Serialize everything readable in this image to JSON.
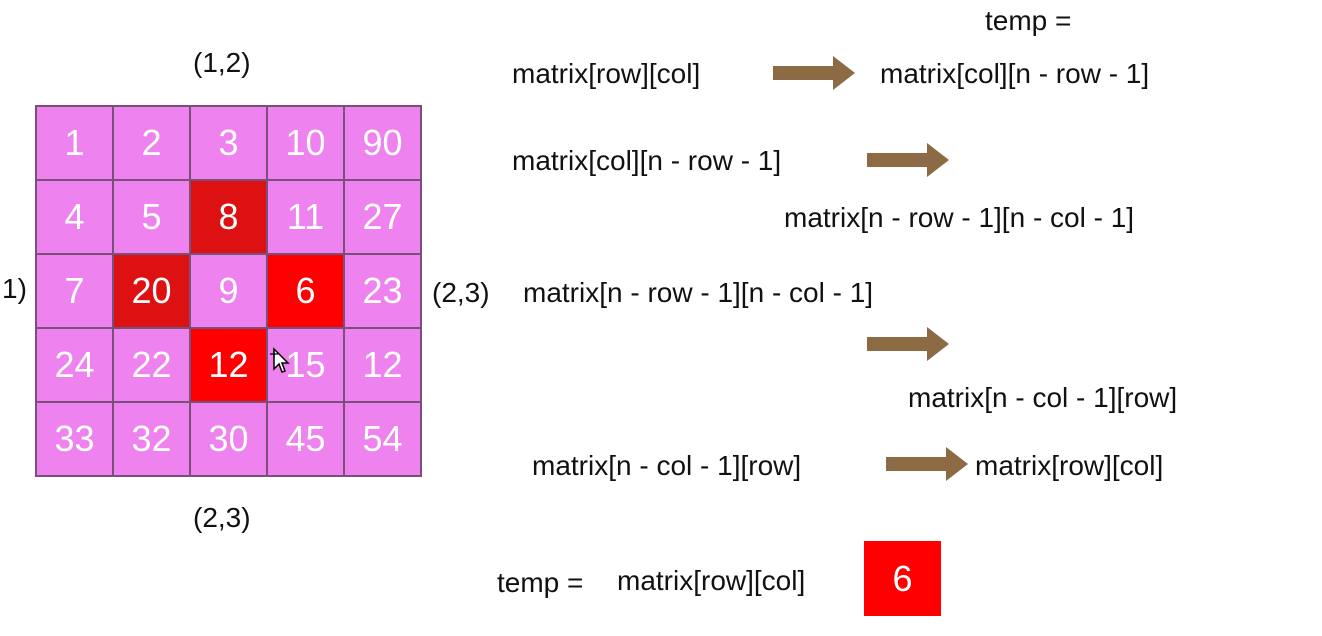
{
  "labels": {
    "top_coord": "(1,2)",
    "bottom_coord": "(2,3)",
    "left_coord": "1)",
    "right_coord": "(2,3)"
  },
  "grid": {
    "rows": [
      [
        "1",
        "2",
        "3",
        "10",
        "90"
      ],
      [
        "4",
        "5",
        "8",
        "11",
        "27"
      ],
      [
        "7",
        "20",
        "9",
        "6",
        "23"
      ],
      [
        "24",
        "22",
        "12",
        "15",
        "12"
      ],
      [
        "33",
        "32",
        "30",
        "45",
        "54"
      ]
    ],
    "highlights": {
      "1-2": "dark",
      "2-1": "dark",
      "2-3": "red",
      "3-2": "red"
    },
    "colors": {
      "cell": "#ee82ee",
      "highlight_dark": "#dd1111",
      "highlight_red": "#ff0000",
      "border": "#7a4f7a",
      "arrow": "#8b6a44"
    }
  },
  "steps": {
    "temp_eq_top": "temp =",
    "s1_from": "matrix[row][col]",
    "s1_to": "matrix[col][n - row - 1]",
    "s2_from": "matrix[col][n - row - 1]",
    "s2_to": "matrix[n - row - 1][n - col - 1]",
    "s3_from": "matrix[n - row - 1][n - col - 1]",
    "s3_to": "matrix[n - col - 1][row]",
    "s4_from": "matrix[n - col - 1][row]",
    "s4_to": "matrix[row][col]"
  },
  "temp_line": {
    "label": "temp =",
    "expr": "matrix[row][col]",
    "value": "6"
  }
}
